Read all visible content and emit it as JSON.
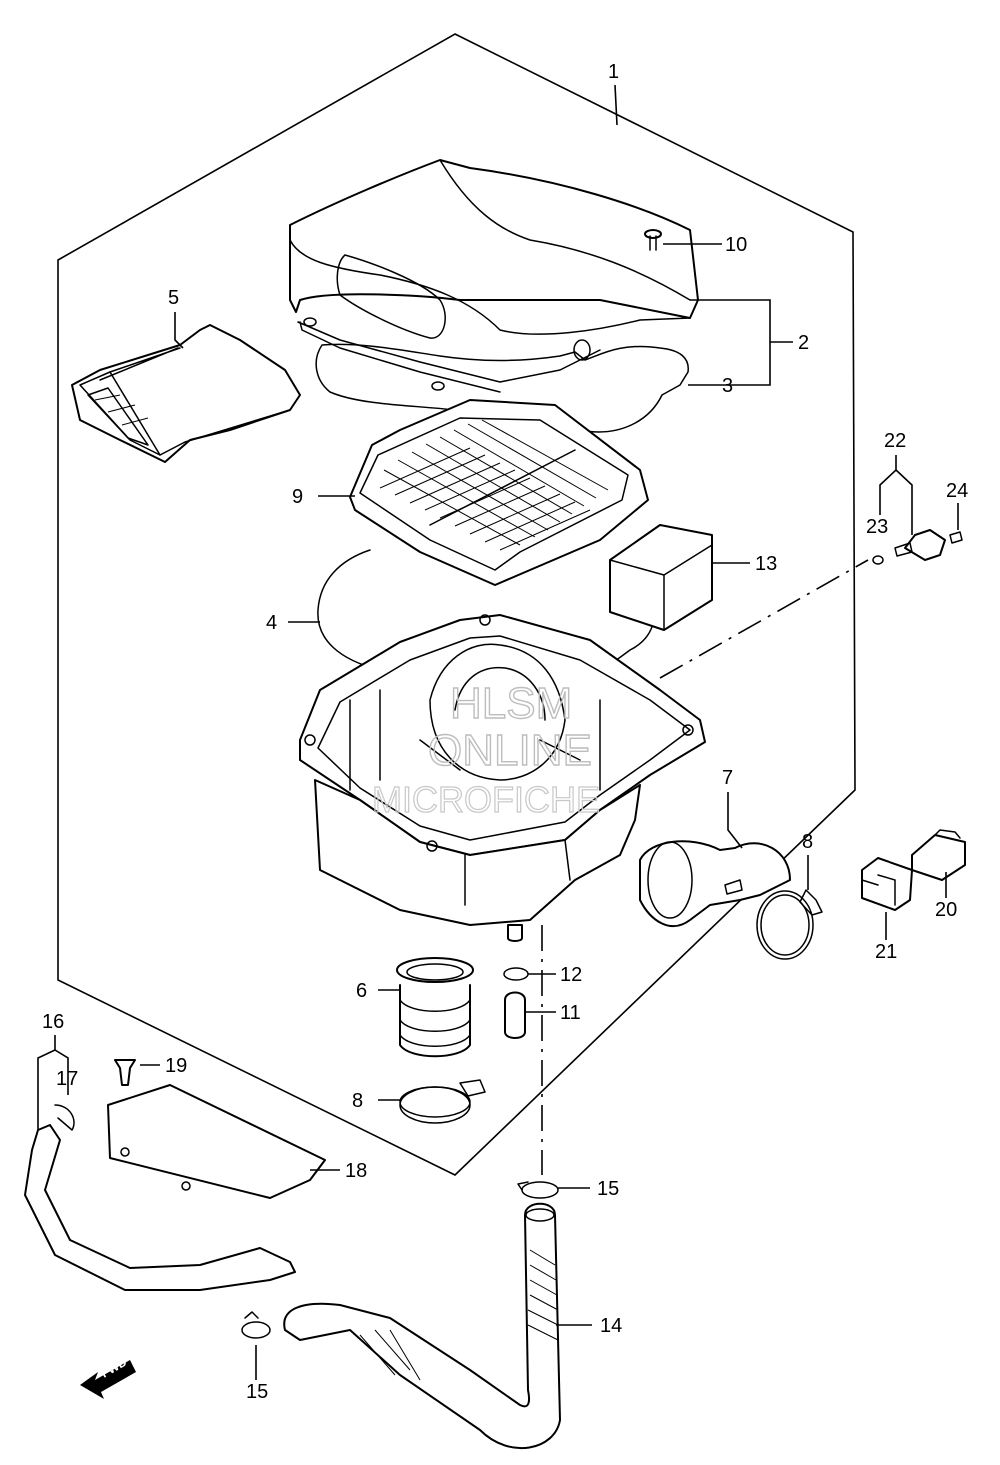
{
  "watermark": {
    "line1": "HLSM",
    "line2": "ONLINE",
    "line3": "MICROFICHE"
  },
  "direction_label": "FWD",
  "callouts": {
    "c1": "1",
    "c2": "2",
    "c3": "3",
    "c4": "4",
    "c5": "5",
    "c6": "6",
    "c7": "7",
    "c8a": "8",
    "c8b": "8",
    "c9": "9",
    "c10": "10",
    "c11": "11",
    "c12": "12",
    "c13": "13",
    "c14": "14",
    "c15a": "15",
    "c15b": "15",
    "c16": "16",
    "c17": "17",
    "c18": "18",
    "c19": "19",
    "c20": "20",
    "c21": "21",
    "c22": "22",
    "c23": "23",
    "c24": "24"
  }
}
